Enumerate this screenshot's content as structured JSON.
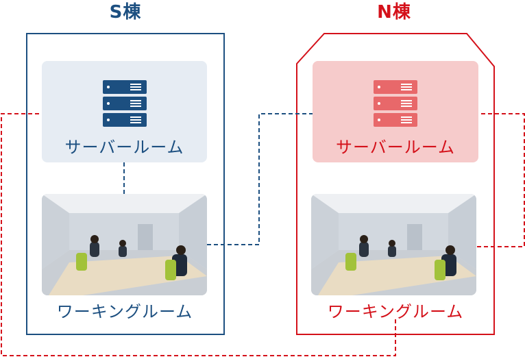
{
  "buildings": {
    "s": {
      "title": "S棟",
      "server_room_label": "サーバールーム",
      "working_room_label": "ワーキングルーム",
      "color": "#1c4f80",
      "server_fill": "#e6ecf3"
    },
    "n": {
      "title": "N棟",
      "server_room_label": "サーバールーム",
      "working_room_label": "ワーキングルーム",
      "color": "#d4111a",
      "server_fill": "#f6cbcb"
    }
  },
  "icons": {
    "server": "server-rack-icon",
    "meeting_photo": "meeting-room-photo"
  }
}
